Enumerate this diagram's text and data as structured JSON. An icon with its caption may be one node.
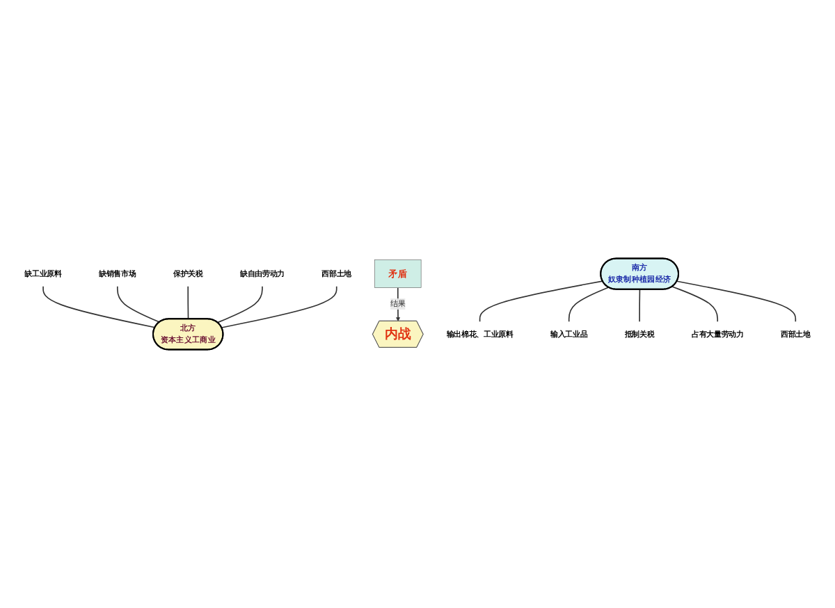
{
  "diagram": {
    "nodes": [
      {
        "text": [
          "北方",
          "资本主义工商业"
        ]
      },
      {
        "text": [
          "缺工业原料"
        ]
      },
      {
        "text": [
          "缺销售市场"
        ]
      },
      {
        "text": [
          "保护关税"
        ]
      },
      {
        "text": [
          "缺自由劳动力"
        ]
      },
      {
        "text": [
          "西部土地"
        ]
      },
      {
        "text": [
          "矛盾"
        ]
      },
      {
        "text": [
          "内战"
        ]
      },
      {
        "text": [
          "南方",
          "奴隶制种植园经济"
        ]
      },
      {
        "text": [
          "输出棉花、工业原料"
        ]
      },
      {
        "text": [
          "输入工业品"
        ]
      },
      {
        "text": [
          "抵制关税"
        ]
      },
      {
        "text": [
          "占有大量劳动力"
        ]
      },
      {
        "text": [
          "西部土地"
        ]
      }
    ],
    "edges": [
      {
        "from": 1,
        "to": 0,
        "arrow": "none"
      },
      {
        "from": 2,
        "to": 0,
        "arrow": "none"
      },
      {
        "from": 3,
        "to": 0,
        "arrow": "none"
      },
      {
        "from": 4,
        "to": 0,
        "arrow": "none"
      },
      {
        "from": 5,
        "to": 0,
        "arrow": "none"
      },
      {
        "from": 6,
        "to": 7,
        "arrow": "to",
        "label": "结果"
      },
      {
        "from": 8,
        "to": 9,
        "arrow": "none"
      },
      {
        "from": 8,
        "to": 10,
        "arrow": "none"
      },
      {
        "from": 8,
        "to": 11,
        "arrow": "none"
      },
      {
        "from": 8,
        "to": 12,
        "arrow": "none"
      },
      {
        "from": 8,
        "to": 13,
        "arrow": "none"
      }
    ]
  }
}
